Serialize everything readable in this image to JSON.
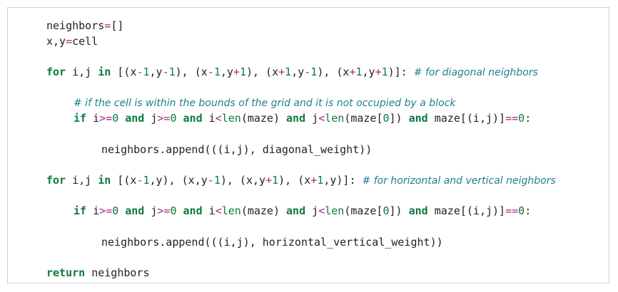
{
  "colors": {
    "keyword": "#0b7a3e",
    "operator": "#a6268a",
    "number": "#0b7a3e",
    "comment": "#1e7f8c",
    "text": "#222222",
    "frame_border": "#cfcfcf"
  },
  "code": {
    "l1": {
      "a": "neighbors",
      "op": "=",
      "b": "[]"
    },
    "l2": {
      "a": "x,y",
      "op": "=",
      "b": "cell"
    },
    "l3": {
      "kw_for": "for",
      "vars": " i,j ",
      "kw_in": "in",
      "t1": " [(x",
      "m1": "-",
      "n1": "1",
      "t2": ",y",
      "m2": "-",
      "n2": "1",
      "t3": "), (x",
      "m3": "-",
      "n3": "1",
      "t4": ",y",
      "p4": "+",
      "n4": "1",
      "t5": "), (x",
      "p5": "+",
      "n5": "1",
      "t6": ",y",
      "m6": "-",
      "n6": "1",
      "t7": "), (x",
      "p7": "+",
      "n7": "1",
      "t8": ",y",
      "p8": "+",
      "n8": "1",
      "t9": ")]: ",
      "comment": "# for diagonal neighbors"
    },
    "l4": {
      "comment": "# if the cell is within the bounds of the grid and it is not occupied by a block"
    },
    "l5": {
      "kw_if": "if",
      "a": " i",
      "ge1": ">=",
      "z1": "0",
      "sp1": " ",
      "kw_and1": "and",
      "b": " j",
      "ge2": ">=",
      "z2": "0",
      "sp2": " ",
      "kw_and2": "and",
      "c": " i",
      "lt1": "<",
      "len1": "len",
      "d": "(maze) ",
      "kw_and3": "and",
      "e": " j",
      "lt2": "<",
      "len2": "len",
      "f": "(maze[",
      "z3": "0",
      "g": "]) ",
      "kw_and4": "and",
      "h": " maze[(i,j)]",
      "eq": "==",
      "z4": "0",
      "end": ":"
    },
    "l6": {
      "text": "neighbors.append(((i,j), diagonal_weight))"
    },
    "l7": {
      "kw_for": "for",
      "vars": " i,j ",
      "kw_in": "in",
      "t1": " [(x",
      "m1": "-",
      "n1": "1",
      "t2": ",y), (x,y",
      "m2": "-",
      "n2": "1",
      "t3": "), (x,y",
      "p3": "+",
      "n3": "1",
      "t4": "), (x",
      "p4": "+",
      "n4": "1",
      "t5": ",y)]: ",
      "comment": "# for horizontal and vertical neighbors"
    },
    "l8": {
      "kw_if": "if",
      "a": " i",
      "ge1": ">=",
      "z1": "0",
      "sp1": " ",
      "kw_and1": "and",
      "b": " j",
      "ge2": ">=",
      "z2": "0",
      "sp2": " ",
      "kw_and2": "and",
      "c": " i",
      "lt1": "<",
      "len1": "len",
      "d": "(maze) ",
      "kw_and3": "and",
      "e": " j",
      "lt2": "<",
      "len2": "len",
      "f": "(maze[",
      "z3": "0",
      "g": "]) ",
      "kw_and4": "and",
      "h": " maze[(i,j)]",
      "eq": "==",
      "z4": "0",
      "end": ":"
    },
    "l9": {
      "text": "neighbors.append(((i,j), horizontal_vertical_weight))"
    },
    "l10": {
      "kw_return": "return",
      "rest": " neighbors"
    }
  }
}
